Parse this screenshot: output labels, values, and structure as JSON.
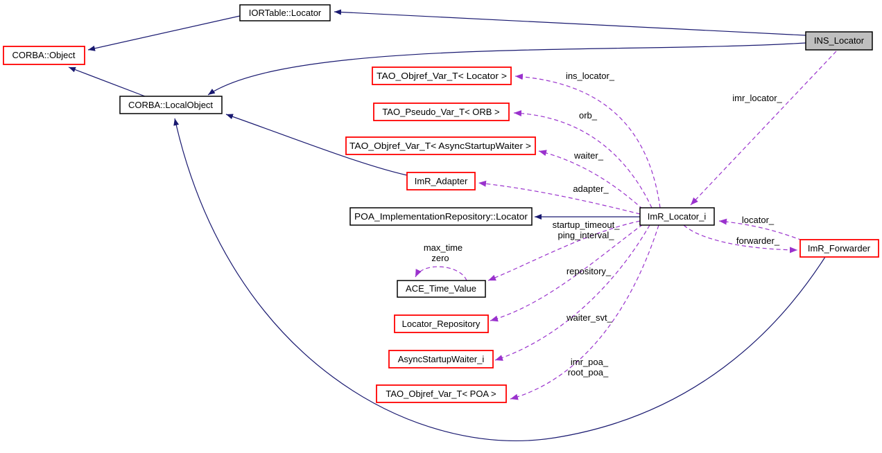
{
  "diagram": {
    "type": "doxygen-collaboration-graph",
    "colors": {
      "inheritance_edge": "#191970",
      "usage_edge": "#9a32cd",
      "node_border": "#000000",
      "highlight_border": "#ff0000",
      "node_fill": "#ffffff",
      "selected_fill": "#bfbfbf",
      "text_color": "#000000",
      "background": "#ffffff"
    },
    "nodes": {
      "ior_table_locator": {
        "label": "IORTable::Locator",
        "style": "default"
      },
      "corba_object": {
        "label": "CORBA::Object",
        "style": "red"
      },
      "corba_local_object": {
        "label": "CORBA::LocalObject",
        "style": "default"
      },
      "tao_objref_var_t_locator": {
        "label": "TAO_Objref_Var_T< Locator >",
        "style": "red"
      },
      "tao_pseudo_var_t_orb": {
        "label": "TAO_Pseudo_Var_T< ORB >",
        "style": "red"
      },
      "tao_objref_var_t_asyncstartupwaiter": {
        "label": "TAO_Objref_Var_T< AsyncStartupWaiter >",
        "style": "red"
      },
      "imr_adapter": {
        "label": "ImR_Adapter",
        "style": "red"
      },
      "poa_implementationrepository_locator": {
        "label": "POA_ImplementationRepository::Locator",
        "style": "default"
      },
      "ace_time_value": {
        "label": "ACE_Time_Value",
        "style": "default"
      },
      "locator_repository": {
        "label": "Locator_Repository",
        "style": "red"
      },
      "asyncstartupwaiter_i": {
        "label": "AsyncStartupWaiter_i",
        "style": "red"
      },
      "tao_objref_var_t_poa": {
        "label": "TAO_Objref_Var_T< POA >",
        "style": "red"
      },
      "imr_locator_i": {
        "label": "ImR_Locator_i",
        "style": "default"
      },
      "ins_locator": {
        "label": "INS_Locator",
        "style": "selected"
      },
      "imr_forwarder": {
        "label": "ImR_Forwarder",
        "style": "red"
      }
    },
    "edge_labels": {
      "ins_locator": "ins_locator_",
      "orb": "orb_",
      "waiter": "waiter_",
      "adapter": "adapter_",
      "startup_timeout": "startup_timeout_",
      "ping_interval": "ping_interval_",
      "max_time": "max_time",
      "zero": "zero",
      "repository": "repository_",
      "waiter_svt": "waiter_svt_",
      "imr_poa": "imr_poa_",
      "root_poa": "root_poa_",
      "locator": "locator_",
      "forwarder": "forwarder_",
      "imr_locator": "imr_locator_"
    }
  }
}
